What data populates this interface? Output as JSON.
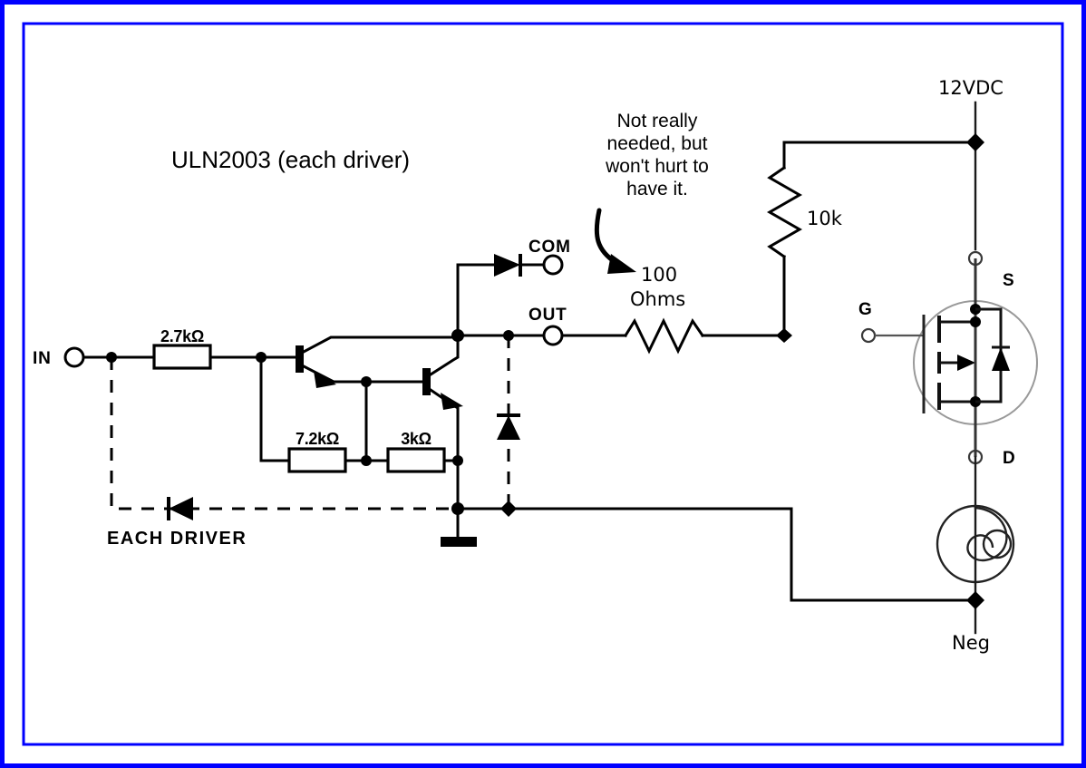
{
  "figure": {
    "type": "schematic-diagram",
    "border_color": "#0000ff",
    "background_color": "#ffffff",
    "wire_color": "#000000",
    "title": "ULN2003 (each driver)"
  },
  "annotations": {
    "note_line1": "Not really",
    "note_line2": "needed, but",
    "note_line3": "won't hurt to",
    "note_line4": "have it.",
    "driver_block_label": "EACH DRIVER"
  },
  "terminals": {
    "in": "IN",
    "com": "COM",
    "out": "OUT",
    "supply": "12VDC",
    "negative": "Neg"
  },
  "mosfet": {
    "gate": "G",
    "source": "S",
    "drain": "D"
  },
  "components": [
    {
      "id": "r-base",
      "label": "2.7kΩ",
      "kind": "resistor-box"
    },
    {
      "id": "r-7k2",
      "label": "7.2kΩ",
      "kind": "resistor-box"
    },
    {
      "id": "r-3k",
      "label": "3kΩ",
      "kind": "resistor-box"
    },
    {
      "id": "r-gate-series",
      "label_line1": "100",
      "label_line2": "Ohms",
      "kind": "resistor-zigzag"
    },
    {
      "id": "r-pullup",
      "label": "10k",
      "kind": "resistor-zigzag"
    }
  ],
  "values": {
    "r_base": "2.7kΩ",
    "r_7k2": "7.2kΩ",
    "r_3k": "3kΩ",
    "r_series_100_l1": "100",
    "r_series_100_l2": "Ohms",
    "r_pullup": "10k"
  }
}
